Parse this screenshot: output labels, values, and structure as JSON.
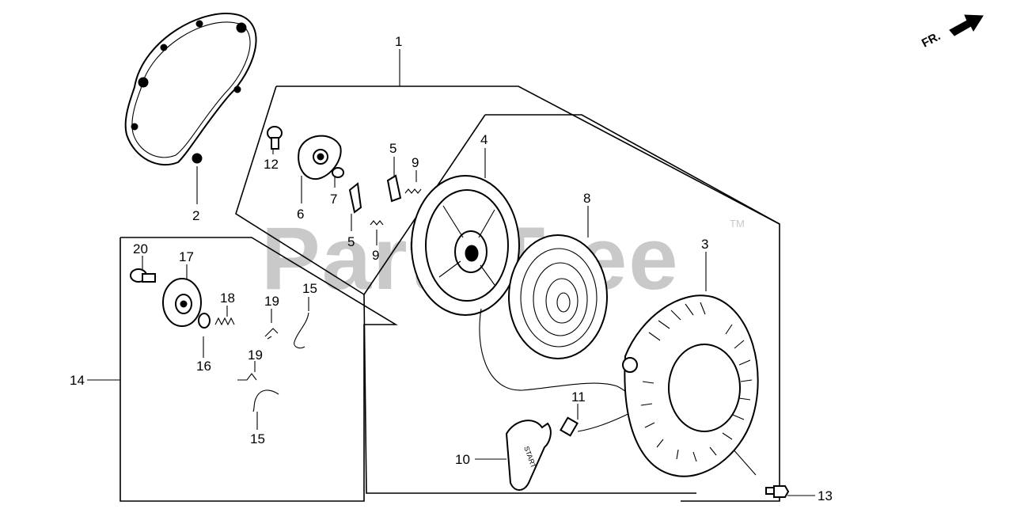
{
  "watermark": {
    "text": "PartsTree",
    "trademark": "TM"
  },
  "direction_indicator": {
    "label": "FR."
  },
  "callouts": [
    {
      "id": "c1",
      "label": "1"
    },
    {
      "id": "c2",
      "label": "2"
    },
    {
      "id": "c3",
      "label": "3"
    },
    {
      "id": "c4",
      "label": "4"
    },
    {
      "id": "c5a",
      "label": "5"
    },
    {
      "id": "c5b",
      "label": "5"
    },
    {
      "id": "c6",
      "label": "6"
    },
    {
      "id": "c7",
      "label": "7"
    },
    {
      "id": "c8",
      "label": "8"
    },
    {
      "id": "c9a",
      "label": "9"
    },
    {
      "id": "c9b",
      "label": "9"
    },
    {
      "id": "c10",
      "label": "10"
    },
    {
      "id": "c11",
      "label": "11"
    },
    {
      "id": "c12",
      "label": "12"
    },
    {
      "id": "c13",
      "label": "13"
    },
    {
      "id": "c14",
      "label": "14"
    },
    {
      "id": "c15a",
      "label": "15"
    },
    {
      "id": "c15b",
      "label": "15"
    },
    {
      "id": "c16",
      "label": "16"
    },
    {
      "id": "c17",
      "label": "17"
    },
    {
      "id": "c18",
      "label": "18"
    },
    {
      "id": "c19a",
      "label": "19"
    },
    {
      "id": "c19b",
      "label": "19"
    },
    {
      "id": "c20",
      "label": "20"
    }
  ],
  "handle_text": "START"
}
